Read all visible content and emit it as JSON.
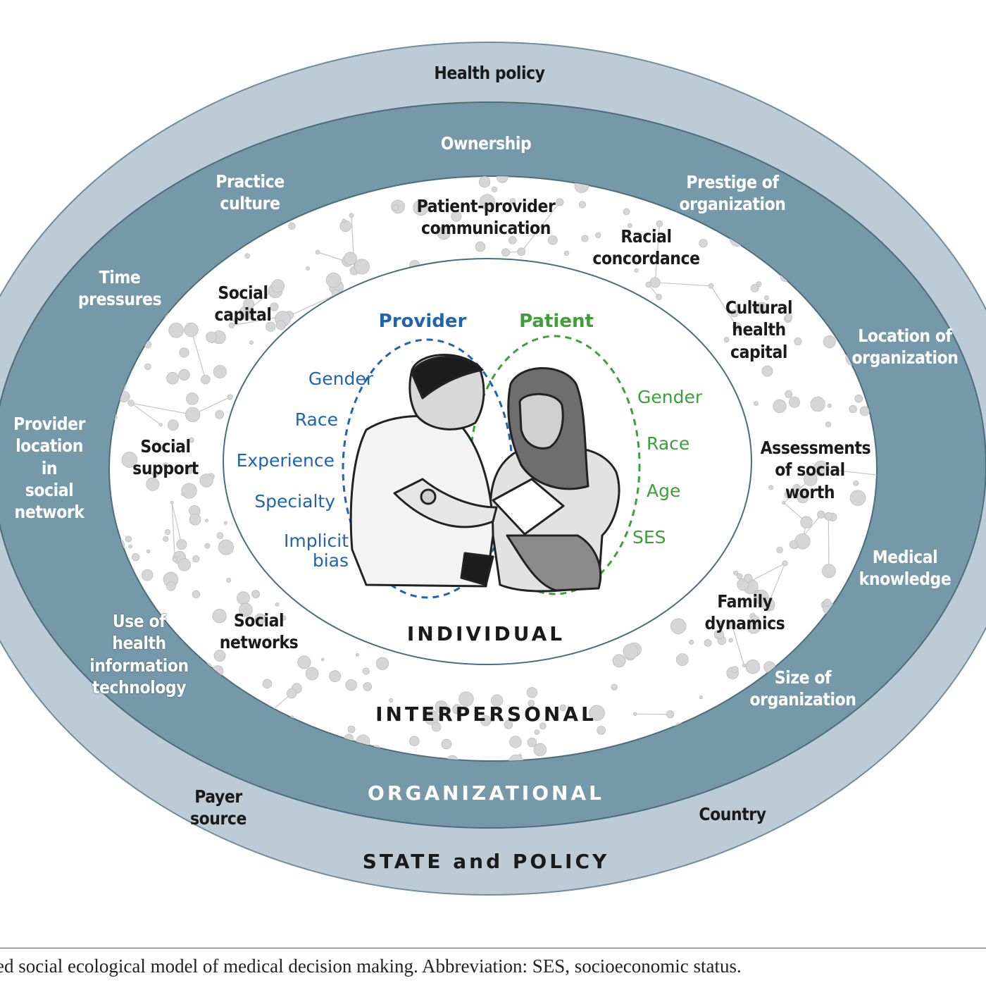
{
  "levels": {
    "state": "STATE and POLICY",
    "organizational": "ORGANIZATIONAL",
    "interpersonal": "INTERPERSONAL",
    "individual": "INDIVIDUAL"
  },
  "state_items": {
    "health_policy": "Health policy",
    "payer_source": "Payer\nsource",
    "country": "Country"
  },
  "org_items": {
    "ownership": "Ownership",
    "practice_culture": "Practice\nculture",
    "prestige": "Prestige of\norganization",
    "time_pressures": "Time\npressures",
    "location_org": "Location of\norganization",
    "provider_location": "Provider\nlocation in\nsocial\nnetwork",
    "medical_knowledge": "Medical\nknowledge",
    "health_it": "Use of\nhealth\ninformation\ntechnology",
    "size_org": "Size of\norganization"
  },
  "interpersonal_items": {
    "communication": "Patient-provider\ncommunication",
    "racial_concordance": "Racial\nconcordance",
    "social_capital": "Social\ncapital",
    "cultural_capital": "Cultural\nhealth\ncapital",
    "social_support": "Social\nsupport",
    "social_worth": "Assessments\nof social\nworth",
    "social_networks": "Social\nnetworks",
    "family_dynamics": "Family\ndynamics"
  },
  "provider": {
    "heading": "Provider",
    "traits": [
      "Gender",
      "Race",
      "Experience",
      "Specialty",
      "Implicit\nbias"
    ]
  },
  "patient": {
    "heading": "Patient",
    "traits": [
      "Gender",
      "Race",
      "Age",
      "SES"
    ]
  },
  "caption": "ed social ecological model of medical decision making. Abbreviation: SES, socioeconomic status.",
  "colors": {
    "outer_ring": "#bccbd6",
    "org_ring": "#7599a9",
    "provider": "#1f64ad",
    "patient": "#3d9e3a"
  },
  "icons": {
    "illustration": "doctor-patient-illustration-icon",
    "network": "network-graph-texture-icon"
  }
}
